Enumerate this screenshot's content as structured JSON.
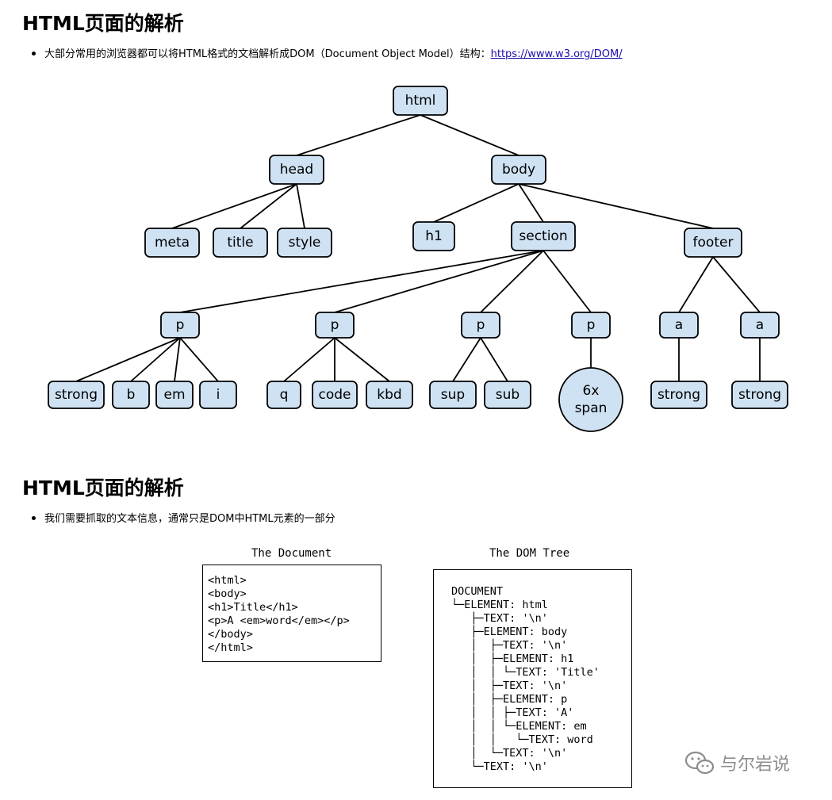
{
  "section1": {
    "title": "HTML页面的解析",
    "bullet_text": "大部分常用的浏览器都可以将HTML格式的文档解析成DOM（Document Object Model）结构：",
    "link_text": "https://www.w3.org/DOM/"
  },
  "tree": {
    "nodes": [
      {
        "id": "html",
        "label": "html",
        "shape": "rect"
      },
      {
        "id": "head",
        "label": "head",
        "shape": "rect"
      },
      {
        "id": "body",
        "label": "body",
        "shape": "rect"
      },
      {
        "id": "meta",
        "label": "meta",
        "shape": "rect"
      },
      {
        "id": "title",
        "label": "title",
        "shape": "rect"
      },
      {
        "id": "style",
        "label": "style",
        "shape": "rect"
      },
      {
        "id": "h1",
        "label": "h1",
        "shape": "rect"
      },
      {
        "id": "section",
        "label": "section",
        "shape": "rect"
      },
      {
        "id": "footer",
        "label": "footer",
        "shape": "rect"
      },
      {
        "id": "p1",
        "label": "p",
        "shape": "rect"
      },
      {
        "id": "p2",
        "label": "p",
        "shape": "rect"
      },
      {
        "id": "p3",
        "label": "p",
        "shape": "rect"
      },
      {
        "id": "p4",
        "label": "p",
        "shape": "rect"
      },
      {
        "id": "a1",
        "label": "a",
        "shape": "rect"
      },
      {
        "id": "a2",
        "label": "a",
        "shape": "rect"
      },
      {
        "id": "strong1",
        "label": "strong",
        "shape": "rect"
      },
      {
        "id": "b",
        "label": "b",
        "shape": "rect"
      },
      {
        "id": "em",
        "label": "em",
        "shape": "rect"
      },
      {
        "id": "i",
        "label": "i",
        "shape": "rect"
      },
      {
        "id": "q",
        "label": "q",
        "shape": "rect"
      },
      {
        "id": "code",
        "label": "code",
        "shape": "rect"
      },
      {
        "id": "kbd",
        "label": "kbd",
        "shape": "rect"
      },
      {
        "id": "sup",
        "label": "sup",
        "shape": "rect"
      },
      {
        "id": "sub",
        "label": "sub",
        "shape": "rect"
      },
      {
        "id": "span",
        "label": "6x\nspan",
        "shape": "circle"
      },
      {
        "id": "strong2",
        "label": "strong",
        "shape": "rect"
      },
      {
        "id": "strong3",
        "label": "strong",
        "shape": "rect"
      }
    ],
    "edges": [
      [
        "html",
        "head"
      ],
      [
        "html",
        "body"
      ],
      [
        "head",
        "meta"
      ],
      [
        "head",
        "title"
      ],
      [
        "head",
        "style"
      ],
      [
        "body",
        "h1"
      ],
      [
        "body",
        "section"
      ],
      [
        "body",
        "footer"
      ],
      [
        "section",
        "p1"
      ],
      [
        "section",
        "p2"
      ],
      [
        "section",
        "p3"
      ],
      [
        "section",
        "p4"
      ],
      [
        "footer",
        "a1"
      ],
      [
        "footer",
        "a2"
      ],
      [
        "p1",
        "strong1"
      ],
      [
        "p1",
        "b"
      ],
      [
        "p1",
        "em"
      ],
      [
        "p1",
        "i"
      ],
      [
        "p2",
        "q"
      ],
      [
        "p2",
        "code"
      ],
      [
        "p2",
        "kbd"
      ],
      [
        "p3",
        "sup"
      ],
      [
        "p3",
        "sub"
      ],
      [
        "p4",
        "span"
      ],
      [
        "a1",
        "strong2"
      ],
      [
        "a2",
        "strong3"
      ]
    ],
    "node_fill": "#cfe2f3",
    "node_stroke": "#000000"
  },
  "section2": {
    "title": "HTML页面的解析",
    "bullet_text": "我们需要抓取的文本信息，通常只是DOM中HTML元素的一部分"
  },
  "document_panel": {
    "caption": "The Document",
    "lines": [
      "<html>",
      "<body>",
      "<h1>Title</h1>",
      "<p>A <em>word</em></p>",
      "</body>",
      "</html>"
    ]
  },
  "dom_panel": {
    "caption": "The DOM Tree",
    "lines": [
      "DOCUMENT",
      "└─ELEMENT: html",
      "   ├─TEXT: '\\n'",
      "   ├─ELEMENT: body",
      "   │  ├─TEXT: '\\n'",
      "   │  ├─ELEMENT: h1",
      "   │  │ └─TEXT: 'Title'",
      "   │  ├─TEXT: '\\n'",
      "   │  ├─ELEMENT: p",
      "   │  │ ├─TEXT: 'A'",
      "   │  │ └─ELEMENT: em",
      "   │  │   └─TEXT: word",
      "   │  └─TEXT: '\\n'",
      "   └─TEXT: '\\n'"
    ]
  },
  "watermark": {
    "text": "与尔岩说",
    "icon": "wechat-icon"
  }
}
